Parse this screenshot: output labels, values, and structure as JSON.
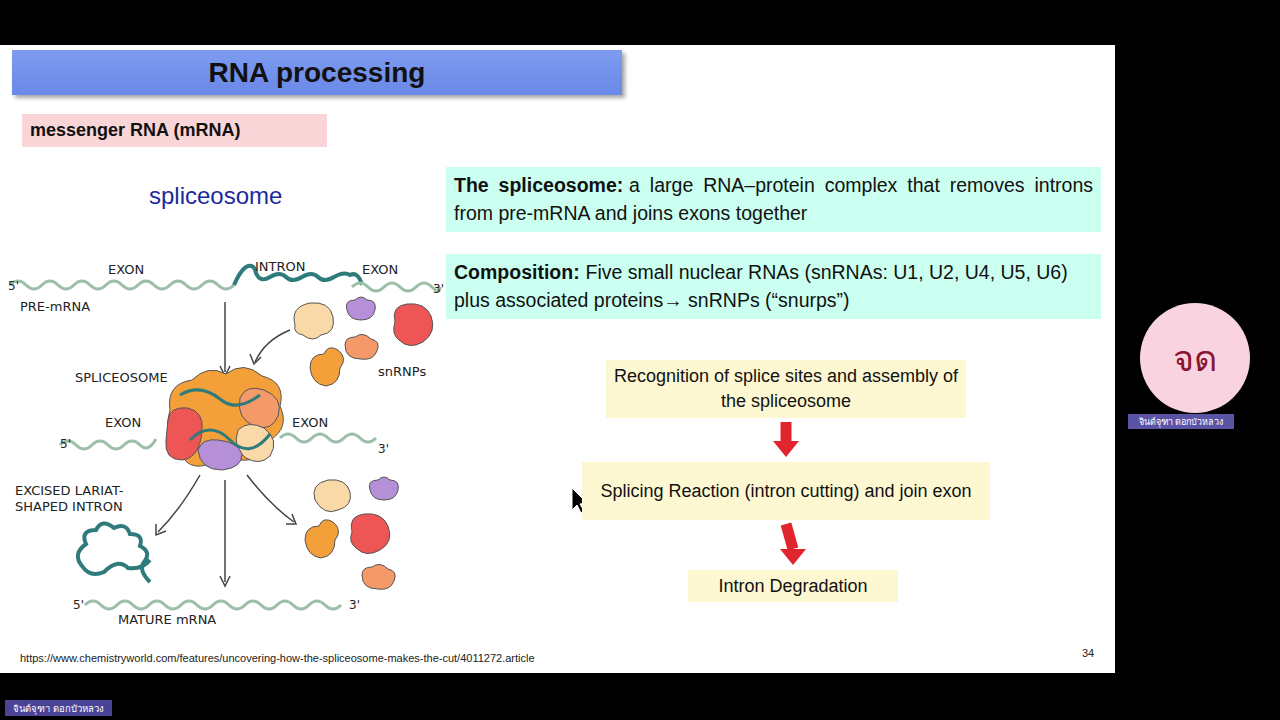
{
  "diagram": {
    "title": "RNA processing",
    "nodes": [
      {
        "text": [
          "messenger RNA (mRNA)"
        ]
      },
      {
        "text": [
          "The spliceosome:",
          "a large RNA–protein complex that removes introns from pre-mRNA and joins exons together"
        ]
      },
      {
        "text": [
          "Composition:",
          "Five small nuclear RNAs (snRNAs: U1, U2, U4, U5, U6) plus associated proteins→ snRNPs (“snurps”)"
        ]
      },
      {
        "text": [
          "Recognition of splice sites and assembly of the spliceosome"
        ]
      },
      {
        "text": [
          "Splicing Reaction (intron cutting) and join exon"
        ]
      },
      {
        "text": [
          "Intron Degradation"
        ]
      },
      {
        "text": [
          "จด"
        ]
      },
      {
        "text": [
          "จินต์จุฑา ดอกบัวหลวง"
        ]
      },
      {
        "text": [
          "จินต์จุฑา ดอกบัวหลวง"
        ]
      }
    ],
    "edges": [
      {
        "from": 3,
        "to": 4,
        "arrow": "to"
      },
      {
        "from": 4,
        "to": 5,
        "arrow": "to"
      }
    ],
    "labels": [
      "spliceosome",
      "5'",
      "EXON",
      "INTRON",
      "EXON",
      "3'",
      "PRE-mRNA",
      "SPLICEOSOME",
      "snRNPs",
      "EXON",
      "EXON",
      "5'",
      "3'",
      "EXCISED LARIAT-SHAPED INTRON",
      "5'",
      "MATURE mRNA",
      "3'",
      "https://www.chemistryworld.com/features/uncovering-how-the-spliceosome-makes-the-cut/4011272.article",
      "34"
    ]
  }
}
